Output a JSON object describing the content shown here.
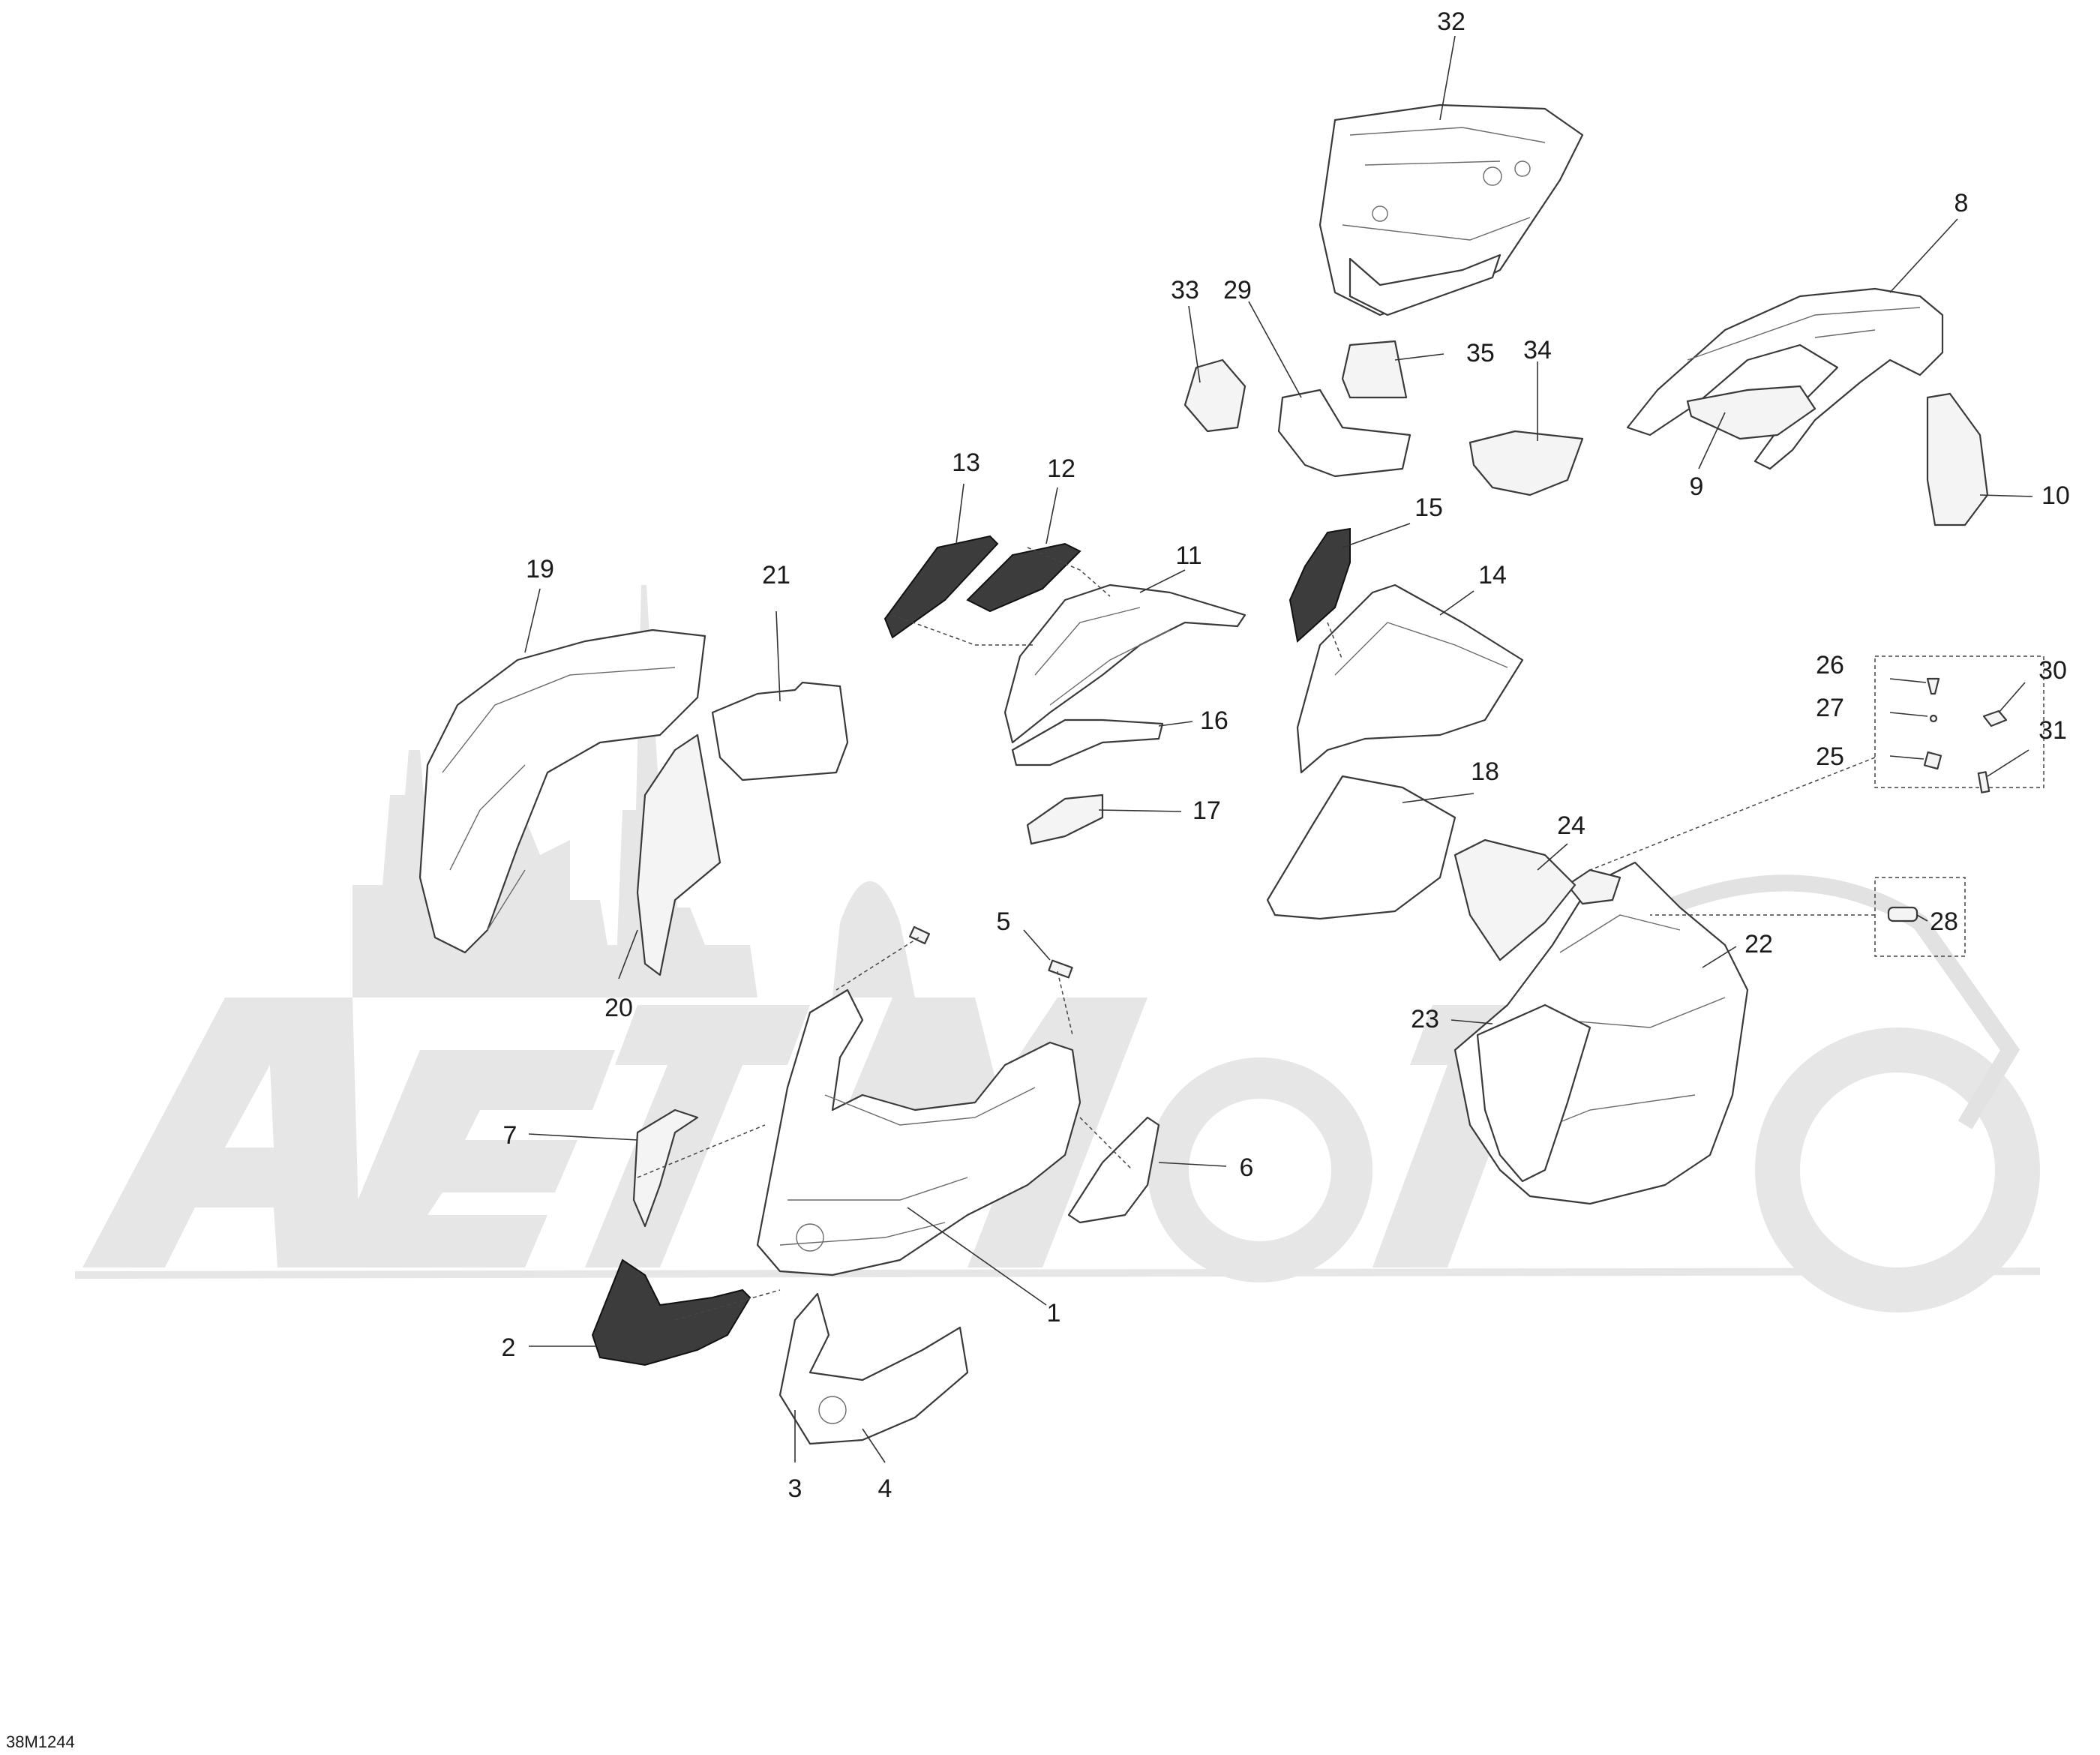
{
  "diagram": {
    "drawing_code": "38M1244",
    "watermark_brand": "AETMoto"
  },
  "callouts": [
    "1",
    "2",
    "3",
    "4",
    "5",
    "6",
    "7",
    "8",
    "9",
    "10",
    "11",
    "12",
    "13",
    "14",
    "15",
    "16",
    "17",
    "18",
    "19",
    "20",
    "21",
    "22",
    "23",
    "24",
    "25",
    "26",
    "27",
    "28",
    "29",
    "30",
    "31",
    "32",
    "33",
    "34",
    "35"
  ],
  "colors": {
    "line": "#3a3a3a",
    "mesh": "#3c3c3c",
    "watermark": "#e6e6e6",
    "background": "#ffffff"
  }
}
